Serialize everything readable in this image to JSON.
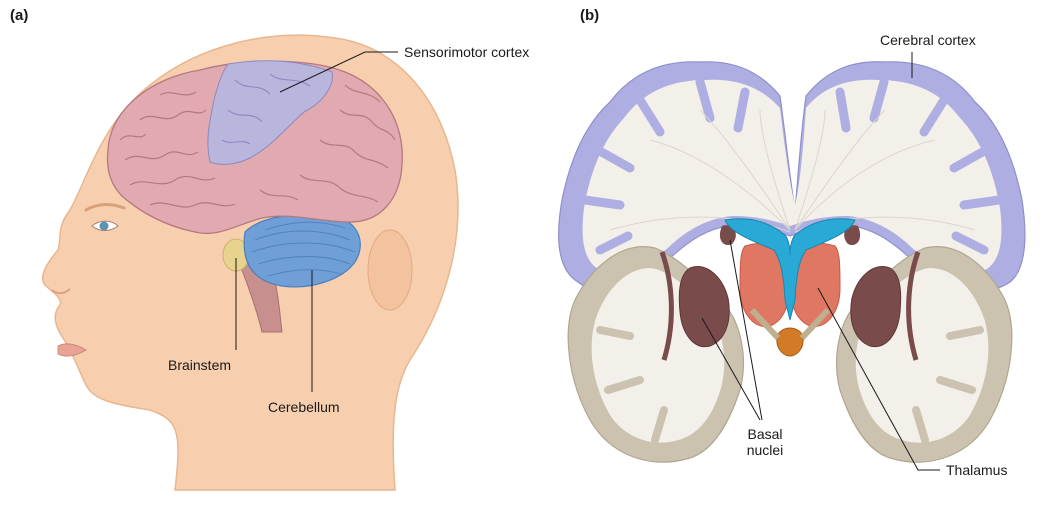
{
  "panels": {
    "a": {
      "label": "(a)",
      "callouts": {
        "sensorimotor": "Sensorimotor cortex",
        "brainstem": "Brainstem",
        "cerebellum": "Cerebellum"
      }
    },
    "b": {
      "label": "(b)",
      "callouts": {
        "cerebral_cortex": "Cerebral cortex",
        "basal_line1": "Basal",
        "basal_line2": "nuclei",
        "thalamus": "Thalamus"
      }
    }
  },
  "colors": {
    "skin": "#f7cfae",
    "skin_outline": "#e8b68f",
    "cerebrum": "#e0aab0",
    "sensorimotor": "#b9b6de",
    "cerebellum": "#6f9fd6",
    "brainstem": "#c88f8f",
    "white_matter": "#f3f0ea",
    "cortex_purple": "#aeaee3",
    "gray_tissue": "#cbc2b0",
    "thalamus": "#e07763",
    "ventricle": "#29a9d6",
    "basal_nuclei": "#7a4b4b"
  }
}
